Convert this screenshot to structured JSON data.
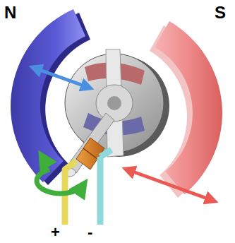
{
  "diagram": {
    "labels": [
      "N",
      "S",
      "+",
      "-"
    ]
  }
}
